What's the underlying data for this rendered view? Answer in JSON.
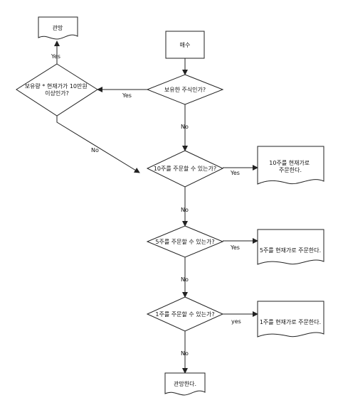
{
  "diagram": {
    "nodes": {
      "start": "매수",
      "owned_check": [
        "보유한 주식인가?"
      ],
      "value_check": [
        "보유량 * 현재가가 10만원",
        "이상인가?"
      ],
      "watch_top": "관망",
      "q10": [
        "10주를 주문할 수 있는가?"
      ],
      "a10": [
        "10주를 현재가로",
        "주문한다."
      ],
      "q5": [
        "5주를 주문할 수 있는가?"
      ],
      "a5": [
        "5주를 현재가로 주문한다."
      ],
      "q1": [
        "1주를 주문할 수 있는가?"
      ],
      "a1": [
        "1주를 현재가로 주문한다."
      ],
      "end": "관망한다."
    },
    "edges": {
      "owned_yes": "Yes",
      "value_yes": "Yes",
      "value_no": "No",
      "owned_no": "No",
      "q10_yes": "Yes",
      "q10_no": "No",
      "q5_yes": "Yes",
      "q5_no": "No",
      "q1_yes": "yes",
      "q1_no": "No"
    }
  },
  "colors": {
    "stroke": "#222222",
    "fill": "#ffffff",
    "text": "#111111"
  }
}
